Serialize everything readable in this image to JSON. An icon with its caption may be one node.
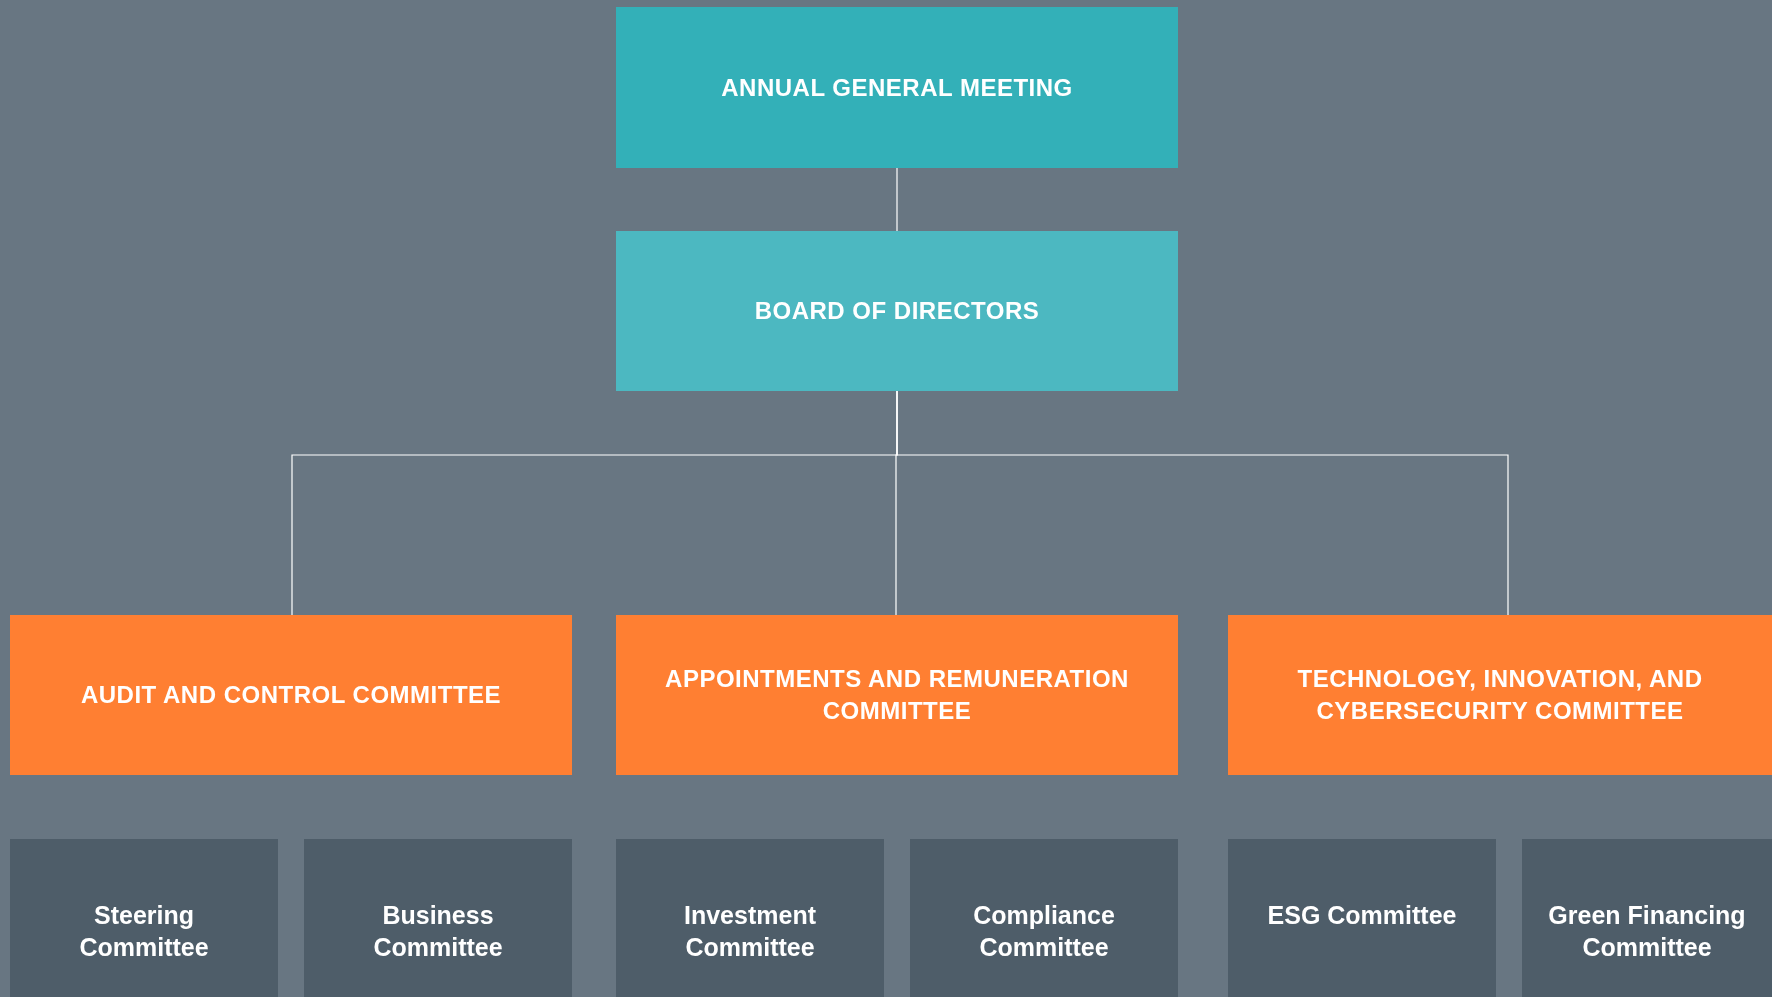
{
  "diagram": {
    "nodes": [
      {
        "text": [
          "ANNUAL GENERAL MEETING"
        ]
      },
      {
        "text": [
          "BOARD OF DIRECTORS"
        ]
      },
      {
        "text": [
          "AUDIT AND CONTROL COMMITTEE"
        ]
      },
      {
        "text": [
          "APPOINTMENTS AND REMUNERATION COMMITTEE"
        ]
      },
      {
        "text": [
          "TECHNOLOGY, INNOVATION, AND CYBERSECURITY COMMITTEE"
        ]
      },
      {
        "text": [
          "Steering Committee"
        ]
      },
      {
        "text": [
          "Business Committee"
        ]
      },
      {
        "text": [
          "Investment Committee"
        ]
      },
      {
        "text": [
          "Compliance Committee"
        ]
      },
      {
        "text": [
          "ESG Committee"
        ]
      },
      {
        "text": [
          "Green Financing Committee"
        ]
      }
    ],
    "edges": [
      {
        "from": 0,
        "to": 1,
        "arrow": "none"
      },
      {
        "from": 1,
        "to": 2,
        "arrow": "none"
      },
      {
        "from": 1,
        "to": 3,
        "arrow": "none"
      },
      {
        "from": 1,
        "to": 4,
        "arrow": "none"
      }
    ]
  }
}
